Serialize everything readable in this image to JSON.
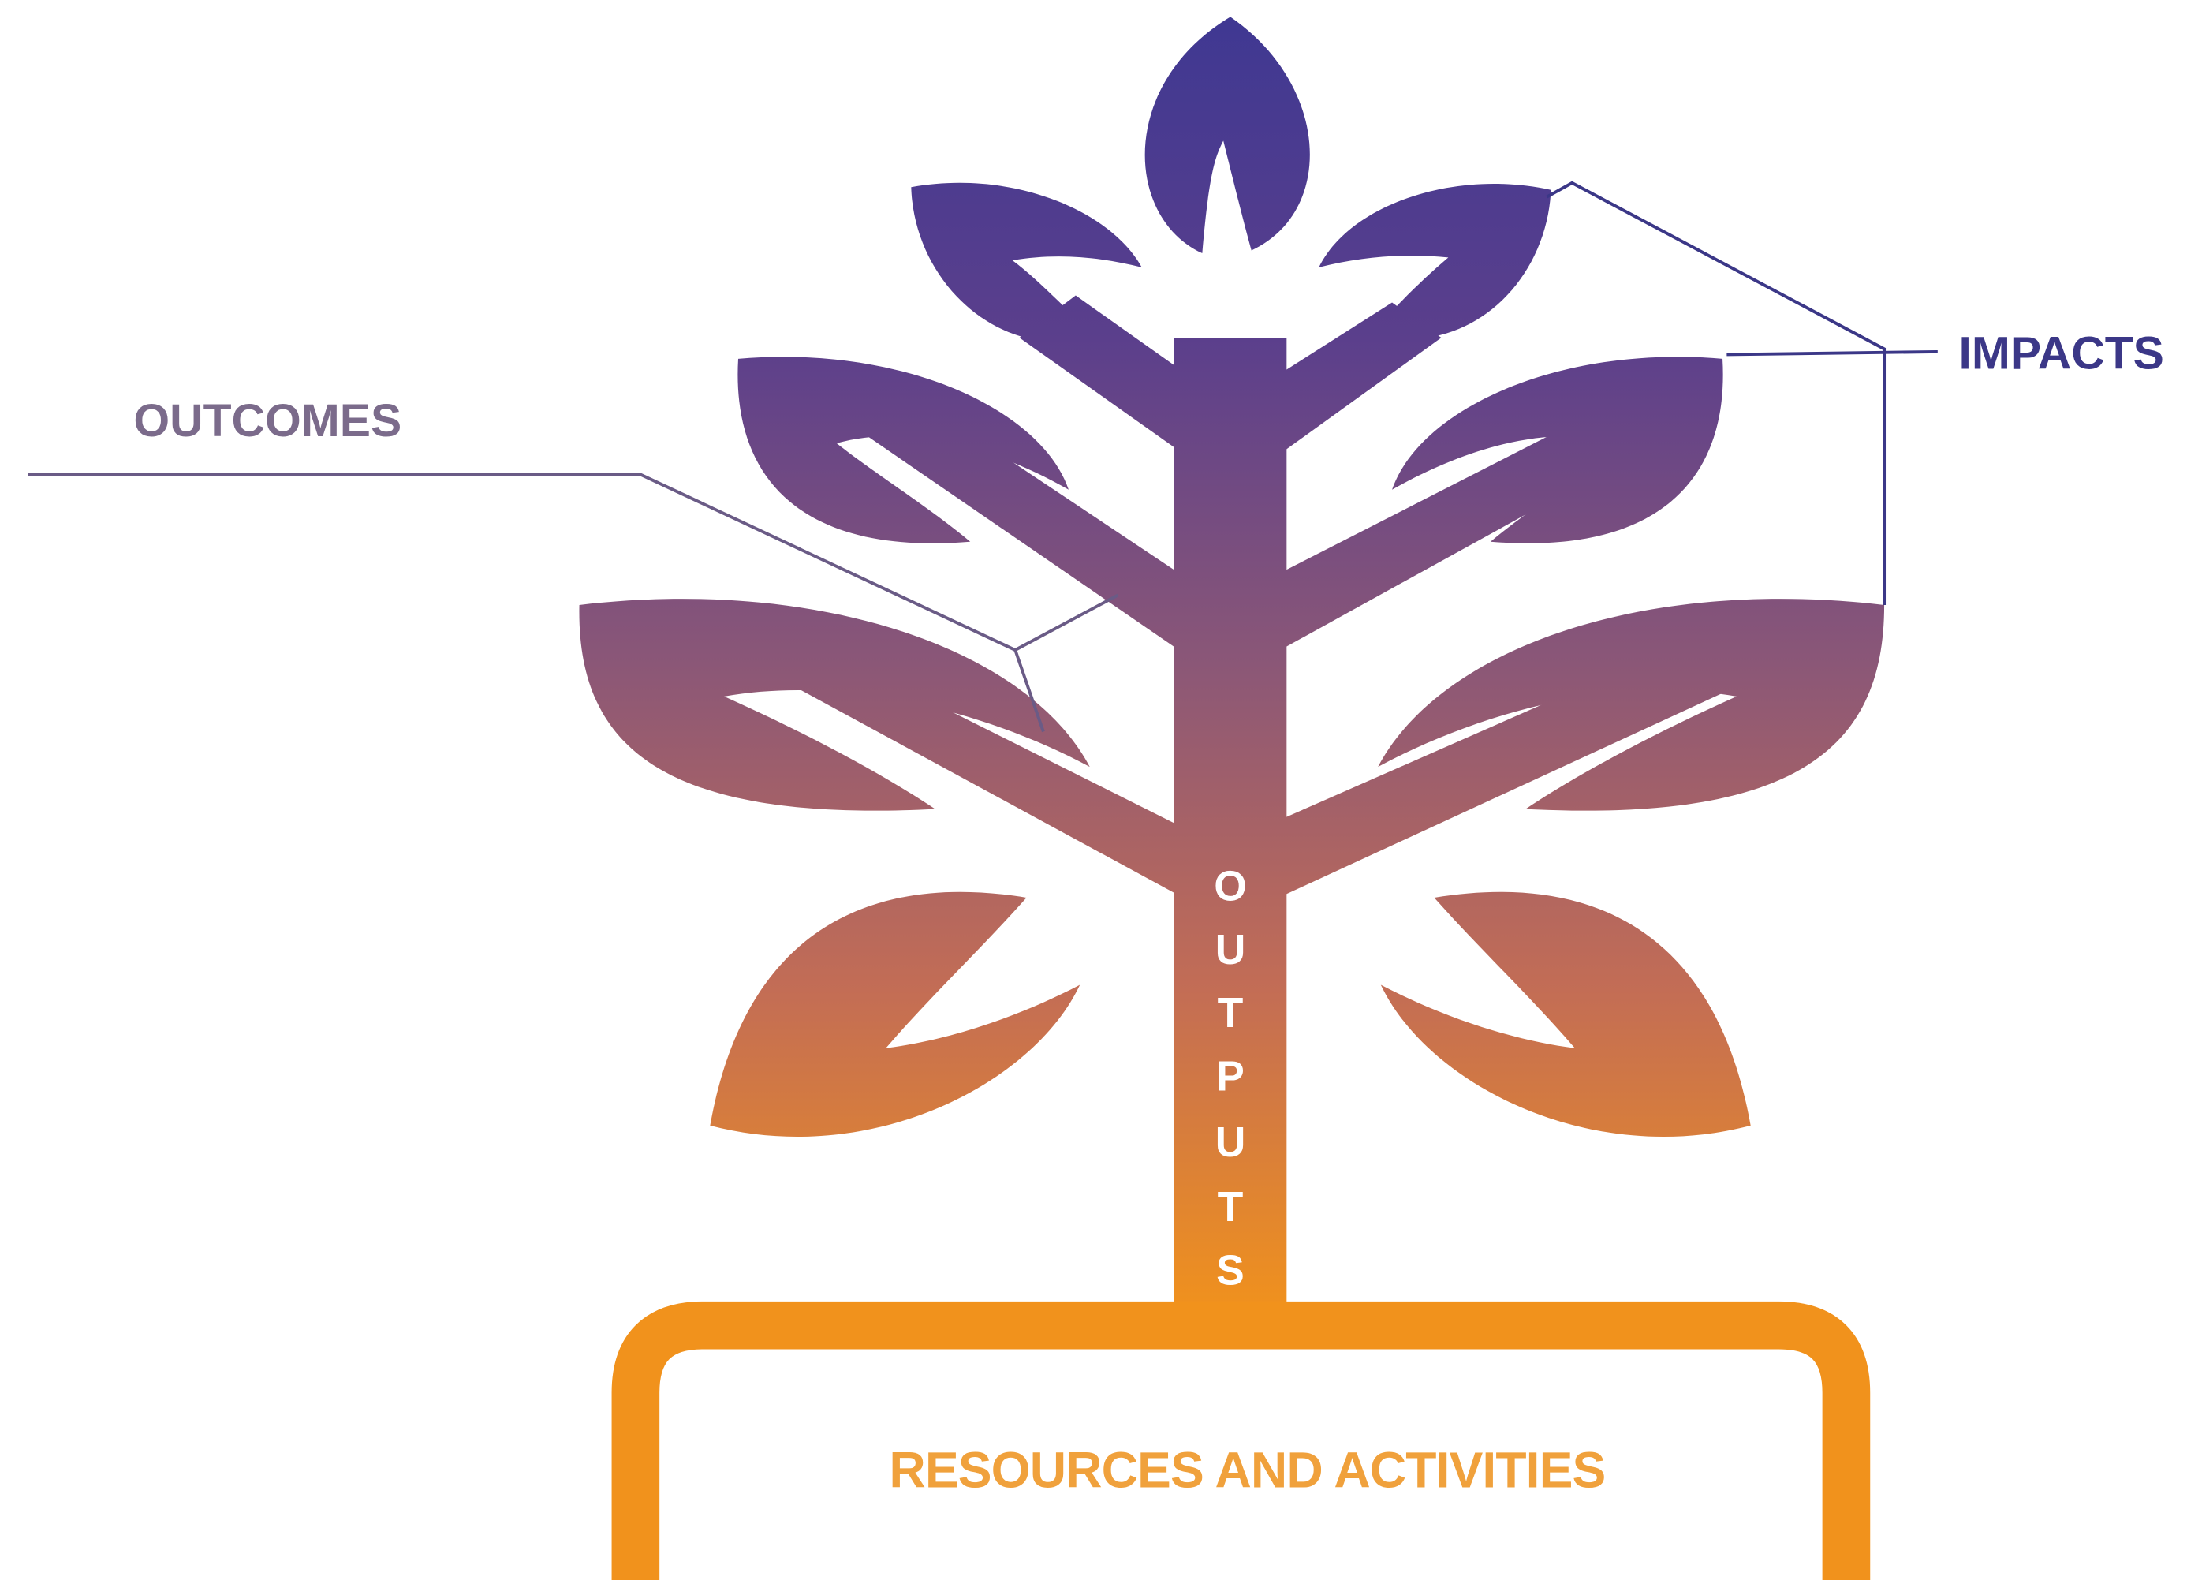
{
  "diagram": {
    "labels": {
      "impacts": "IMPACTS",
      "outcomes": "OUTCOMES",
      "outputs": [
        "O",
        "U",
        "T",
        "P",
        "U",
        "T",
        "S"
      ],
      "roots": "RESOURCES AND ACTIVITIES"
    },
    "colors": {
      "gradient_top": "#3f3892",
      "gradient_upper": "#5b3f8c",
      "gradient_mid": "#8b5777",
      "gradient_lower": "#c36d55",
      "gradient_bottom": "#f1921c",
      "impacts_text": "#3b3787",
      "outcomes_text": "#7b6b8b",
      "outcomes_line": "#6a5b86",
      "impacts_line": "#3b3787",
      "roots_text": "#f0a13c",
      "outputs_text": "#ffffff",
      "background": "#ffffff"
    }
  }
}
